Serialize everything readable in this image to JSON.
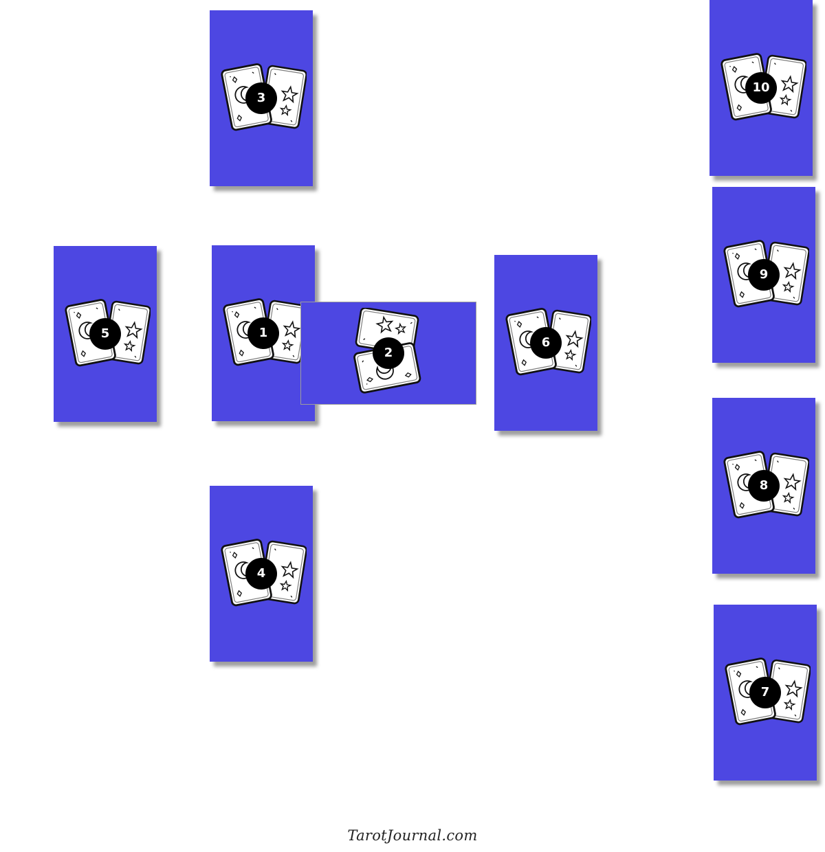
{
  "spread": {
    "cards": [
      {
        "number": "1",
        "orientation": "vertical"
      },
      {
        "number": "2",
        "orientation": "horizontal"
      },
      {
        "number": "3",
        "orientation": "vertical"
      },
      {
        "number": "4",
        "orientation": "vertical"
      },
      {
        "number": "5",
        "orientation": "vertical"
      },
      {
        "number": "6",
        "orientation": "vertical"
      },
      {
        "number": "7",
        "orientation": "vertical"
      },
      {
        "number": "8",
        "orientation": "vertical"
      },
      {
        "number": "9",
        "orientation": "vertical"
      },
      {
        "number": "10",
        "orientation": "vertical"
      }
    ],
    "card_color": "#4d47e2",
    "badge_color": "#000000",
    "card_icon": "tarot-cards-icon"
  },
  "footer": {
    "watermark": "TarotJournal.com"
  }
}
